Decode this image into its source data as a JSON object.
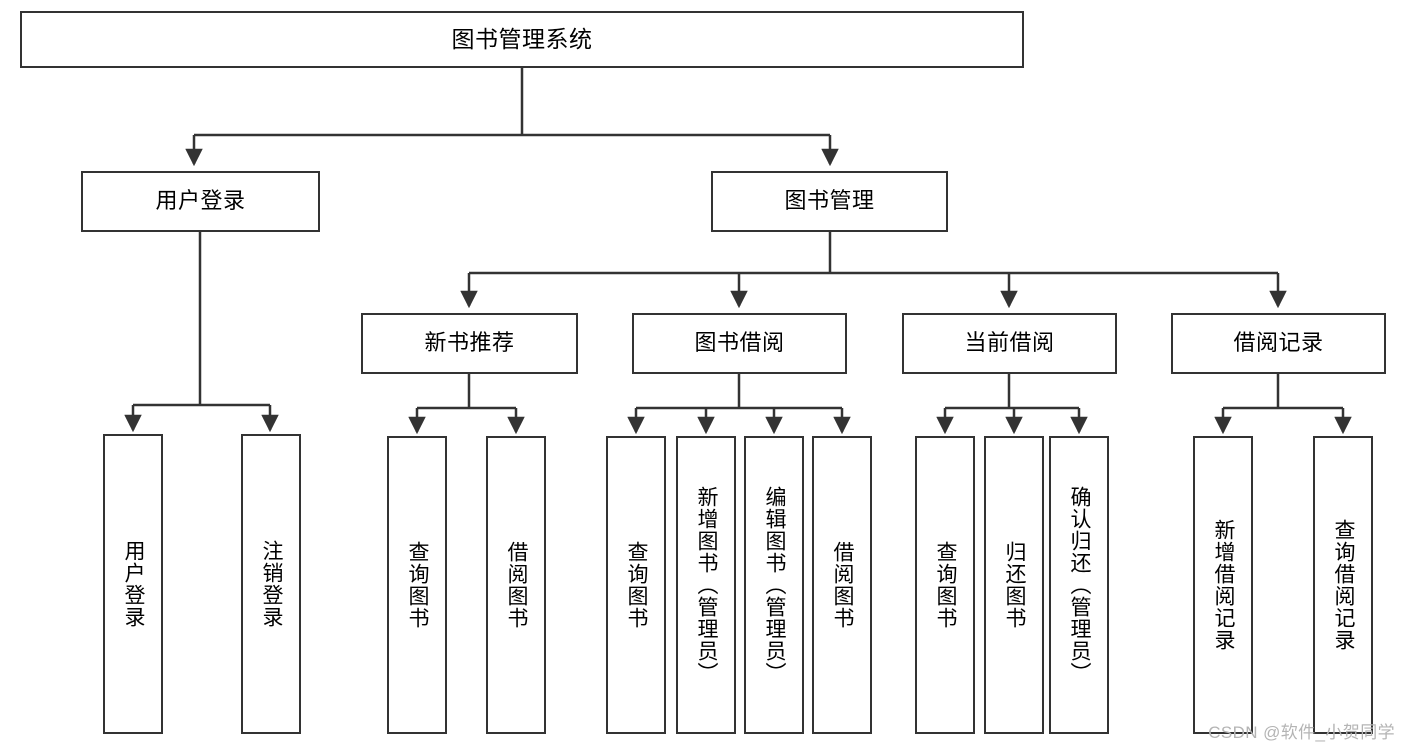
{
  "diagram": {
    "type": "tree-hierarchy-chart",
    "title": "图书管理系统",
    "orientation": "top-down",
    "colors": {
      "box_border": "#333333",
      "box_fill": "#ffffff",
      "connector": "#333333",
      "text": "#000000",
      "watermark": "#b4b4b4",
      "background": "#ffffff"
    },
    "root": {
      "label": "图书管理系统"
    },
    "level2": [
      {
        "label": "用户登录"
      },
      {
        "label": "图书管理"
      }
    ],
    "level3": [
      {
        "label": "新书推荐"
      },
      {
        "label": "图书借阅"
      },
      {
        "label": "当前借阅"
      },
      {
        "label": "借阅记录"
      }
    ],
    "leaves": {
      "user_login": [
        {
          "label": "用户登录"
        },
        {
          "label": "注销登录"
        }
      ],
      "new_book_recommend": [
        {
          "label": "查询图书"
        },
        {
          "label": "借阅图书"
        }
      ],
      "book_borrow": [
        {
          "label": "查询图书"
        },
        {
          "label": "新增图书（管理员）"
        },
        {
          "label": "编辑图书（管理员）"
        },
        {
          "label": "借阅图书"
        }
      ],
      "current_borrow": [
        {
          "label": "查询图书"
        },
        {
          "label": "归还图书"
        },
        {
          "label": "确认归还（管理员）"
        }
      ],
      "borrow_record": [
        {
          "label": "新增借阅记录"
        },
        {
          "label": "查询借阅记录"
        }
      ]
    }
  },
  "watermark": {
    "text": "CSDN @软件_小贺同学"
  }
}
